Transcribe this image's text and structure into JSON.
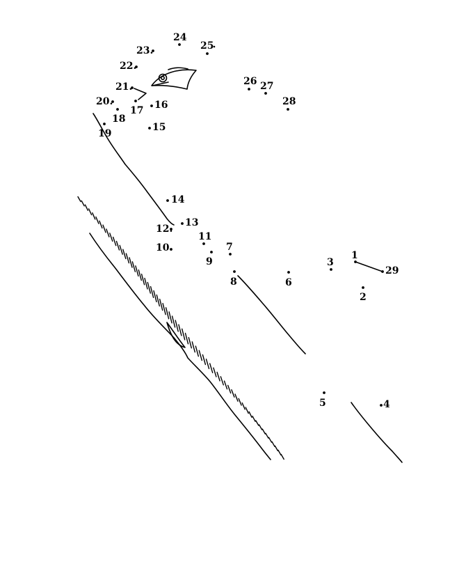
{
  "puzzle": {
    "type": "connect-the-dots",
    "ink_color": "#000000",
    "background_color": "#ffffff",
    "dots": [
      {
        "label": "1"
      },
      {
        "label": "2"
      },
      {
        "label": "3"
      },
      {
        "label": "4"
      },
      {
        "label": "5"
      },
      {
        "label": "6"
      },
      {
        "label": "7"
      },
      {
        "label": "8"
      },
      {
        "label": "9"
      },
      {
        "label": "10."
      },
      {
        "label": "11"
      },
      {
        "label": "12."
      },
      {
        "label": "13"
      },
      {
        "label": "14"
      },
      {
        "label": "15"
      },
      {
        "label": "16"
      },
      {
        "label": "17"
      },
      {
        "label": "18"
      },
      {
        "label": "19"
      },
      {
        "label": "20."
      },
      {
        "label": "21."
      },
      {
        "label": "22."
      },
      {
        "label": "23."
      },
      {
        "label": "24"
      },
      {
        "label": "25"
      },
      {
        "label": "26"
      },
      {
        "label": "27"
      },
      {
        "label": "28"
      },
      {
        "label": "29"
      }
    ]
  }
}
